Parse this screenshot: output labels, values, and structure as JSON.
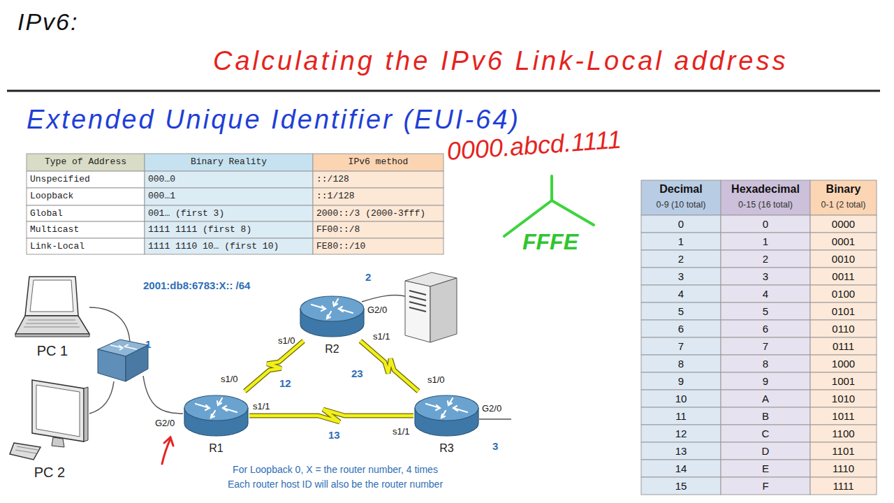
{
  "diagram": {
    "title": "Calculating the IPv6 Link-Local address",
    "nodes": [
      {
        "text": [
          "PC 1"
        ]
      },
      {
        "text": [
          "PC 2"
        ]
      },
      {
        "text": [
          "R1"
        ]
      },
      {
        "text": [
          "R2"
        ]
      },
      {
        "text": [
          "R3"
        ]
      }
    ],
    "edges": [
      {
        "from": 2,
        "to": 3,
        "label": "12",
        "arrow": "none"
      },
      {
        "from": 3,
        "to": 4,
        "label": "23",
        "arrow": "none"
      },
      {
        "from": 2,
        "to": 4,
        "label": "13",
        "arrow": "none"
      }
    ],
    "labels": [
      "IPv6:",
      "Extended Unique Identifier (EUI-64)",
      "0000.abcd.1111",
      "FFFE",
      "Type of Address",
      "Binary Reality",
      "IPv6 method",
      "Unspecified",
      "000…0",
      "::/128",
      "Loopback",
      "000…1",
      "::1/128",
      "Global",
      "001… (first 3)",
      "2000::/3 (2000-3fff)",
      "Multicast",
      "1111 1111 (first 8)",
      "FF00::/8",
      "Link-Local",
      "1111 1110 10… (first 10)",
      "FE80::/10",
      "2001:db8:6783:X:: /64",
      "1",
      "2",
      "3",
      "G2/0",
      "s1/0",
      "s1/0",
      "s1/1",
      "s1/0",
      "G2/0",
      "s1/1",
      "s1/1",
      "G2/0",
      "For Loopback 0, X = the router number, 4 times",
      "Each router host ID will also be the router number",
      "Decimal",
      "Hexadecimal",
      "Binary",
      "0-9 (10 total)",
      "0-15 (16 total)",
      "0-1 (2 total)",
      "0",
      "0",
      "0000",
      "1",
      "1",
      "0001",
      "2",
      "2",
      "0010",
      "3",
      "3",
      "0011",
      "4",
      "4",
      "0100",
      "5",
      "5",
      "0101",
      "6",
      "6",
      "0110",
      "7",
      "7",
      "0111",
      "8",
      "8",
      "1000",
      "9",
      "9",
      "1001",
      "10",
      "A",
      "1010",
      "11",
      "B",
      "1011",
      "12",
      "C",
      "1100",
      "13",
      "D",
      "1101",
      "14",
      "E",
      "1110",
      "15",
      "F",
      "1111"
    ]
  }
}
